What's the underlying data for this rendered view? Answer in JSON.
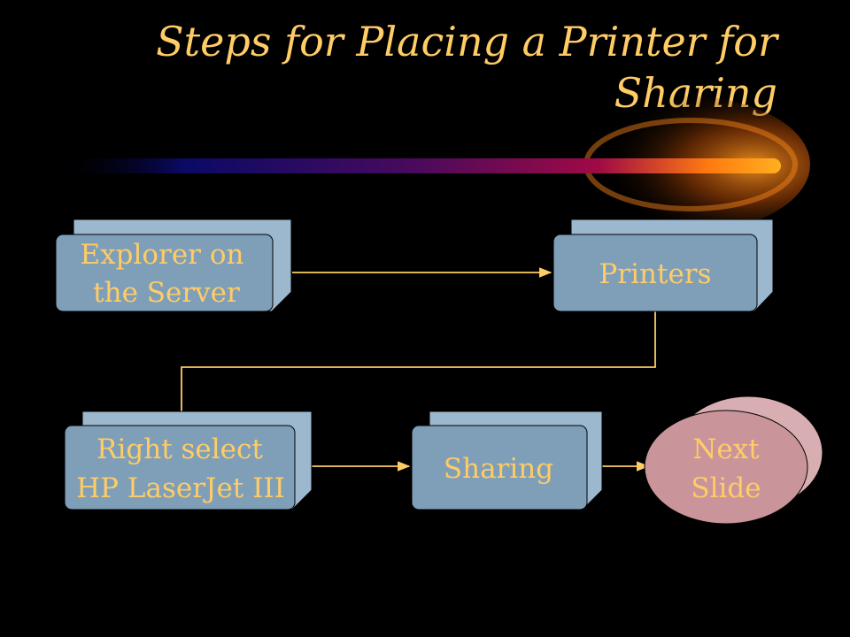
{
  "slide": {
    "title_line1": "Steps for Placing a Printer for",
    "title_line2": "Sharing"
  },
  "nodes": {
    "explorer": {
      "line1": "Explorer on",
      "line2": "the Server"
    },
    "printers": {
      "line1": "Printers"
    },
    "right_select": {
      "line1": "Right select",
      "line2": "HP LaserJet III"
    },
    "sharing": {
      "line1": "Sharing"
    },
    "next_slide": {
      "line1": "Next",
      "line2": "Slide"
    }
  },
  "colors": {
    "background": "#000000",
    "text": "#ffcc66",
    "box_face": "#7f9fb8",
    "box_side": "#9cb8cf",
    "connector": "#ffcc66",
    "button_face": "#c9959a"
  }
}
